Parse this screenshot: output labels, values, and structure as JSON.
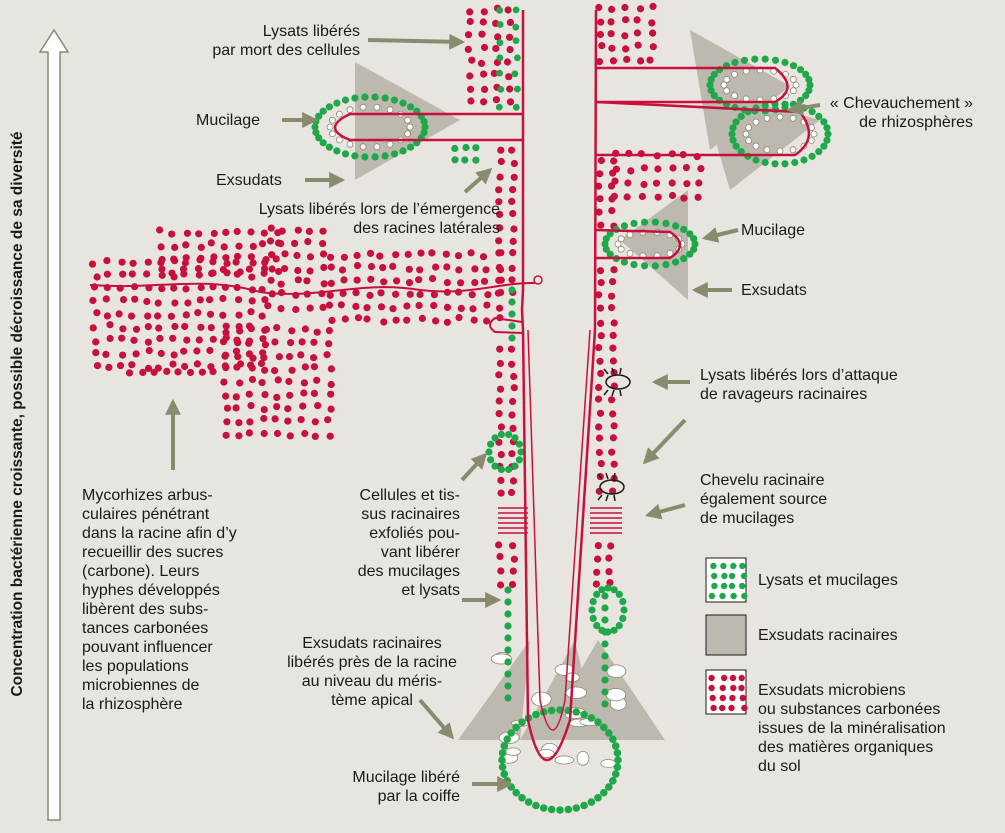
{
  "axis_title": "Concentration bactérienne croissante, possible décroissance de sa diversité",
  "labels": {
    "lysats_mort": [
      "Lysats libérés",
      "par mort des cellules"
    ],
    "mucilage_left": [
      "Mucilage"
    ],
    "exsudats_left": [
      "Exsudats"
    ],
    "lysats_emergence": [
      "Lysats libérés lors de l’émergence",
      "des racines latérales"
    ],
    "chevauchement": [
      "« Chevauchement »",
      "de rhizosphères"
    ],
    "mucilage_right": [
      "Mucilage"
    ],
    "exsudats_right": [
      "Exsudats"
    ],
    "lysats_attaque": [
      "Lysats libérés lors d’attaque",
      "de ravageurs racinaires"
    ],
    "chevelu": [
      "Chevelu racinaire",
      "également source",
      "de mucilages"
    ],
    "mycorhizes": [
      "Mycorhizes arbus-",
      "culaires pénétrant",
      "dans la racine afin d’y",
      "recueillir des sucres",
      "(carbone). Leurs",
      "hyphes développés",
      "libèrent des subs-",
      "tances carbonées",
      "pouvant influencer",
      "les populations",
      "microbiennes de",
      "la rhizosphère"
    ],
    "cellules": [
      "Cellules et tis-",
      "sus racinaires",
      "exfoliés pou-",
      "vant libérer",
      "des mucilages",
      "et lysats"
    ],
    "exsudats_racinaires_center": [
      "Exsudats racinaires",
      "libérés près de la racine",
      "au niveau du méris-",
      "tème apical"
    ],
    "mucilage_coiffe": [
      "Mucilage libéré",
      "par la coiffe"
    ]
  },
  "legend": [
    {
      "key": "lysats",
      "text": [
        "Lysats et mucilages"
      ]
    },
    {
      "key": "exsudats",
      "text": [
        "Exsudats racinaires"
      ]
    },
    {
      "key": "microbiens",
      "text": [
        "Exsudats microbiens",
        "ou substances carbonées",
        "issues de la minéralisation",
        "des matières organiques",
        "du sol"
      ]
    }
  ],
  "colors": {
    "background": "#e8e5e0",
    "root": "#c8103c",
    "green": "#1ea84a",
    "arrow": "#8a8a6e",
    "exudate_zone": "#bdb9ae"
  }
}
